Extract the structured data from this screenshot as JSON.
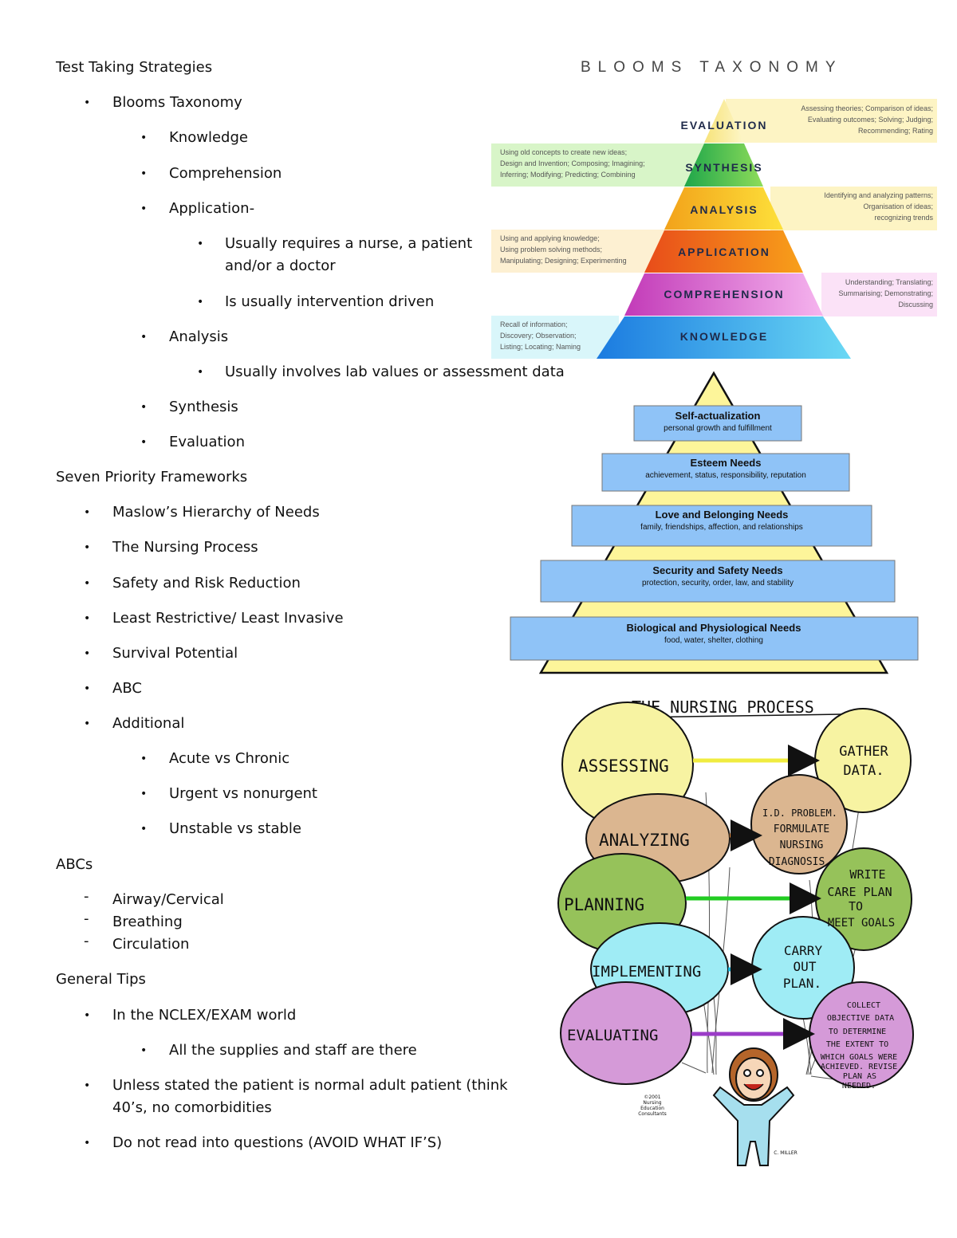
{
  "notes": {
    "heading_test": "Test Taking Strategies",
    "blooms": "Blooms Taxonomy",
    "knowledge": "Knowledge",
    "comprehension": "Comprehension",
    "application": "Application-",
    "app_sub1_l1": "Usually requires a nurse, a patient",
    "app_sub1_l2": "and/or a doctor",
    "app_sub2": "Is usually intervention driven",
    "analysis": "Analysis",
    "analysis_sub": "Usually involves lab values or assessment data",
    "synthesis": "Synthesis",
    "evaluation": "Evaluation",
    "heading_frameworks": "Seven Priority Frameworks",
    "fw1": "Maslow’s Hierarchy of Needs",
    "fw2": "The Nursing Process",
    "fw3": "Safety and Risk Reduction",
    "fw4": "Least Restrictive/ Least Invasive",
    "fw5": "Survival Potential",
    "fw6": "ABC",
    "fw7": "Additional",
    "add1": "Acute vs Chronic",
    "add2": "Urgent vs nonurgent",
    "add3": "Unstable vs stable",
    "heading_abcs": "ABCs",
    "abc1": "Airway/Cervical",
    "abc2": "Breathing",
    "abc3": "Circulation",
    "heading_tips": "General Tips",
    "tip1": "In the NCLEX/EXAM world",
    "tip1_sub": "All the supplies and staff are there",
    "tip2_l1": "Unless stated the patient is normal adult patient (think",
    "tip2_l2": "40’s, no comorbidities",
    "tip3": "Do not read into questions (AVOID WHAT IF’S)"
  },
  "blooms_figure": {
    "title": "BLOOMS TAXONOMY",
    "levels": {
      "evaluation": "EVALUATION",
      "synthesis": "SYNTHESIS",
      "analysis": "ANALYSIS",
      "application": "APPLICATION",
      "comprehension": "COMPREHENSION",
      "knowledge": "KNOWLEDGE"
    },
    "desc": {
      "evaluation": [
        "Assessing theories; Comparison of ideas;",
        "Evaluating outcomes; Solving; Judging;",
        "Recommending; Rating"
      ],
      "synthesis": [
        "Using old concepts to create new ideas;",
        "Design and Invention; Composing; Imagining;",
        "Inferring; Modifying; Predicting; Combining"
      ],
      "analysis": [
        "Identifying and analyzing patterns;",
        "Organisation of ideas;",
        "recognizing trends"
      ],
      "application": [
        "Using and applying knowledge;",
        "Using problem solving methods;",
        "Manipulating; Designing; Experimenting"
      ],
      "comprehension": [
        "Understanding; Translating;",
        "Summarising; Demonstrating;",
        "Discussing"
      ],
      "knowledge": [
        "Recall of information;",
        "Discovery; Observation;",
        "Listing; Locating; Naming"
      ]
    },
    "colors": {
      "evaluation": "#1e3a8a",
      "synthesis": "#16a34a",
      "analysis": "#f59e0b",
      "application": "#ea580c",
      "comprehension": "#c026d3",
      "knowledge": "#0ea5e9"
    }
  },
  "maslow": {
    "levels": [
      {
        "title": "Self-actualization",
        "sub": "personal growth and fulfillment"
      },
      {
        "title": "Esteem Needs",
        "sub": "achievement, status, responsibility, reputation"
      },
      {
        "title": "Love and Belonging Needs",
        "sub": "family, friendships, affection, and relationships"
      },
      {
        "title": "Security and Safety Needs",
        "sub": "protection, security, order, law, and stability"
      },
      {
        "title": "Biological and Physiological Needs",
        "sub": "food, water, shelter, clothing"
      }
    ]
  },
  "nursing": {
    "title": "THE NURSING PROCESS",
    "steps": [
      "ASSESSING",
      "ANALYZING",
      "PLANNING",
      "IMPLEMENTING",
      "EVALUATING"
    ],
    "out1": [
      "GATHER",
      "DATA."
    ],
    "out2": [
      "I.D. PROBLEM.",
      "FORMULATE",
      "NURSING",
      "DIAGNOSIS."
    ],
    "out3": [
      "WRITE",
      "CARE PLAN",
      "TO",
      "MEET GOALS"
    ],
    "out4": [
      "CARRY",
      "OUT",
      "PLAN."
    ],
    "out5": [
      "COLLECT",
      "OBJECTIVE DATA",
      "TO DETERMINE",
      "THE EXTENT TO",
      "WHICH GOALS WERE",
      "ACHIEVED. REVISE",
      "PLAN AS",
      "NEEDED."
    ],
    "credit": [
      "©2001",
      "Nursing",
      "Education",
      "Consultants"
    ],
    "signature": "C. MILLER"
  }
}
